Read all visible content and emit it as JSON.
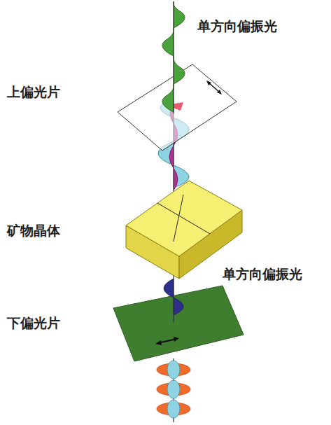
{
  "diagram": {
    "labels": [
      "单方向偏振光",
      "上偏光片",
      "矿物晶体",
      "单方向偏振光",
      "下偏光片"
    ]
  }
}
